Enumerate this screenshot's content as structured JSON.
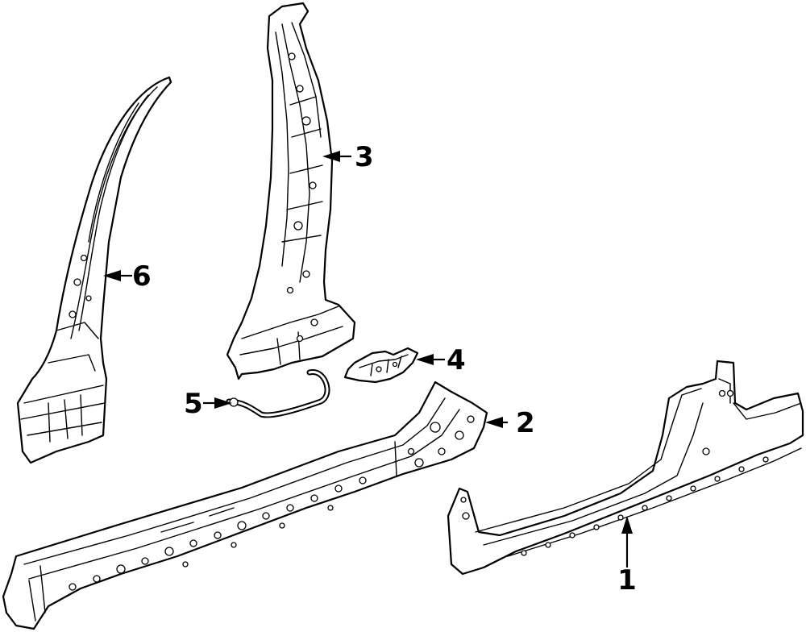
{
  "callouts": [
    {
      "number": "1",
      "part": "outer-rocker-panel"
    },
    {
      "number": "2",
      "part": "inner-rocker-panel"
    },
    {
      "number": "3",
      "part": "center-pillar"
    },
    {
      "number": "4",
      "part": "bracket"
    },
    {
      "number": "5",
      "part": "cable"
    },
    {
      "number": "6",
      "part": "front-pillar"
    }
  ],
  "colors": {
    "line": "#000000",
    "background": "#ffffff"
  }
}
